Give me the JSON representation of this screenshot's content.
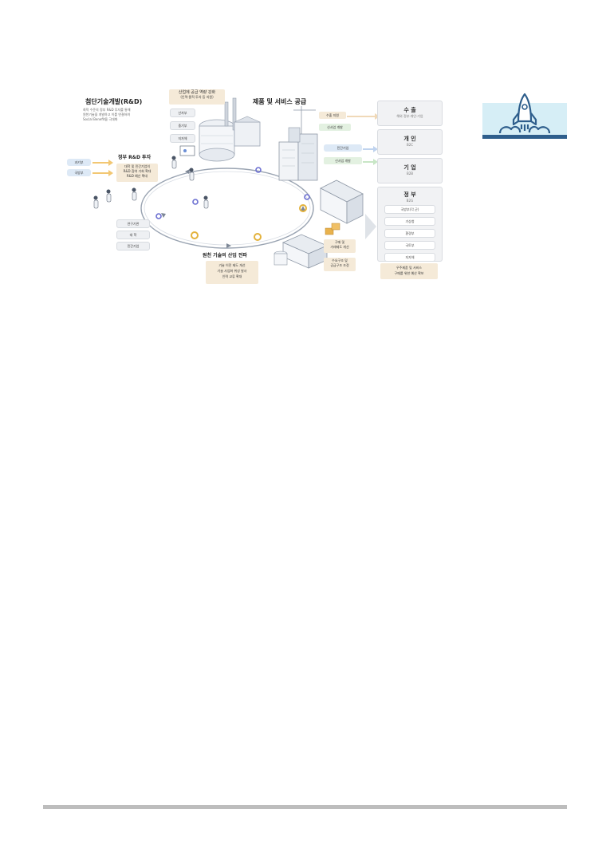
{
  "rnd": {
    "title": "첨단기술개발(R&D)",
    "desc": [
      "최적 수준의 정부 R&D 투자를 통해",
      "원천기술을 개발하고 이를 연결하여",
      "Social Benefit을 극대화"
    ]
  },
  "industry_supply": {
    "title": "산업에 공급 역량 강화",
    "subtitle": "(인력·물적 투자 등 지원)",
    "items": [
      "산자부",
      "중기부",
      "지자체"
    ]
  },
  "products": {
    "title": "제품 및 서비스 공급"
  },
  "gov_rnd": {
    "title": "정부 R&D 투자",
    "desc": [
      "대학 및 민간기업의",
      "R&D 참여 기회 확대",
      "R&D 예산 확대"
    ],
    "ministries": [
      "과기부",
      "국방부"
    ]
  },
  "institutions": [
    "연구기관",
    "대 학",
    "민간기업"
  ],
  "tech_spread": {
    "title": "원천 기술의 산업 전파",
    "desc": [
      "기술 이전 제도 개선",
      "기술 사업화 위성 발사",
      "인력 교류 확대"
    ]
  },
  "flow_labels": {
    "export_support": "수출 지원",
    "new_biz_1": "신사업 개발",
    "private_company": "민간기업",
    "new_biz_2": "신사업 개발",
    "procurement": [
      "구매 및",
      "거래제도 개선"
    ],
    "demand": [
      "수요구조 및",
      "공급구조 조정"
    ]
  },
  "markets": {
    "export": {
      "title": "수 출",
      "sub": "해외 정부·개인·기업"
    },
    "individual": {
      "title": "개 인",
      "sub": "B2C"
    },
    "business": {
      "title": "기 업",
      "sub": "B2B"
    },
    "government": {
      "title": "정 부",
      "sub": "B2G",
      "items": [
        "국방부(각 군)",
        "기상청",
        "환경부",
        "국토부",
        "지자체"
      ]
    },
    "budget": [
      "우주제품 및 서비스",
      "구매를 위한 예산 확보"
    ]
  },
  "colors": {
    "accent_blue": "#2e5e8c",
    "beige": "#f5ead8",
    "green": "#e3f1e1",
    "gear": "#6b6fd1",
    "gold": "#e3b23c"
  },
  "icons": {
    "rocket": "rocket-launch-icon"
  }
}
